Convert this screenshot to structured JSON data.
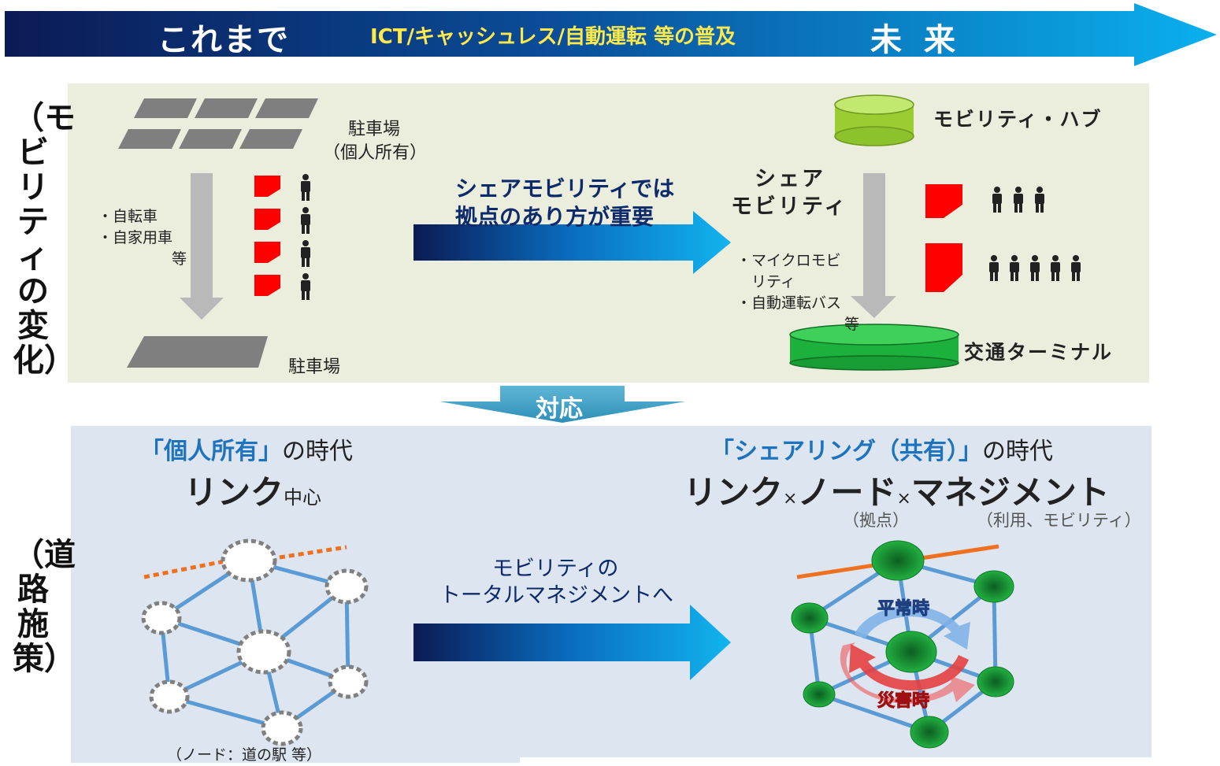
{
  "banner": {
    "past_label": "これまで",
    "middle_label": "ICT/キャッシュレス/自動運転 等の普及",
    "future_label": "未来"
  },
  "top_section": {
    "side_label": "（モビリティの変化）",
    "parking_top_label_line1": "駐車場",
    "parking_top_label_line2": "（個人所有）",
    "vehicle_list": [
      "・自転車",
      "・自家用車"
    ],
    "vehicle_list_suffix": "等",
    "parking_bottom_label": "駐車場",
    "arrow_text_line1": "シェアモビリティでは",
    "arrow_text_line2": "拠点のあり方が重要",
    "mobility_hub_label": "モビリティ・ハブ",
    "share_label_line1": "シェア",
    "share_label_line2": "モビリティ",
    "share_list": [
      "・マイクロモビ",
      "　リティ",
      "・自動運転バス"
    ],
    "share_list_suffix": "等",
    "terminal_label": "交通ターミナル"
  },
  "connector": {
    "label": "対応"
  },
  "bottom_section": {
    "side_label": "（道路施策）",
    "left_era_quote": "「個人所有」",
    "left_era_suffix": "の時代",
    "left_title_main": "リンク",
    "left_title_sub": "中心",
    "right_era_quote": "「シェアリング（共有）」",
    "right_era_suffix": "の時代",
    "right_title_link": "リンク",
    "right_title_node": "ノード",
    "right_title_mgmt": "マネジメント",
    "times_symbol": "×",
    "node_note": "（拠点）",
    "mgmt_note": "（利用、モビリティ）",
    "arrow_text_line1": "モビリティの",
    "arrow_text_line2": "トータルマネジメントへ",
    "normal_label": "平常時",
    "disaster_label": "災害時",
    "network_caption": "（ノード：道の駅 等）"
  },
  "colors": {
    "banner_dark": "#0a1f5c",
    "banner_light": "#0aaeea",
    "accent_blue": "#1e73be",
    "node_green": "#1f9e3a",
    "red_mark": "#ff0000",
    "orange_line": "#f07020",
    "link_blue": "#5b9bd5"
  },
  "icons": [
    "parking-lot-icon",
    "person-icon",
    "red-flag-icon",
    "green-cylinder-icon",
    "down-arrow-icon",
    "right-arrow-icon",
    "cycle-arrow-icon"
  ]
}
